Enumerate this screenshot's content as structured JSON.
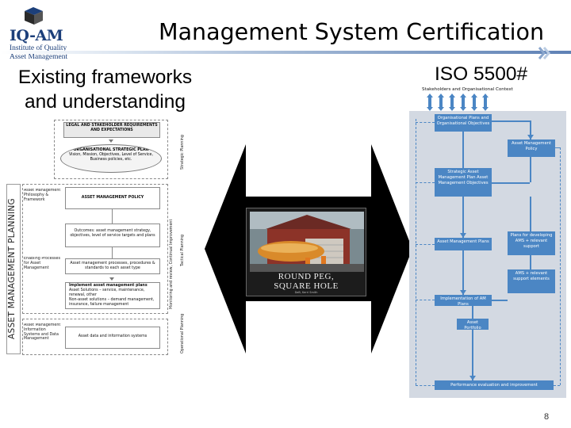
{
  "logo": {
    "mark_text": "IQ-AM",
    "line1": "Institute of Quality",
    "line2": "Asset Management",
    "colors": {
      "primary": "#1c3f7a"
    }
  },
  "title": "Management System Certification",
  "left_heading": {
    "line1": "Existing frameworks",
    "line2": "and understanding"
  },
  "right_heading": "ISO 5500#",
  "left_diagram": {
    "vertical_title": "ASSET MANAGEMENT PLANNING",
    "left_labels": [
      "Asset Management Philosophy & Framework",
      "Enabling Processes for Asset Management",
      "Asset Management Information Systems and Data Management"
    ],
    "top_box": "LEGAL AND STAKEHOLDER REQUIREMENTS AND EXPECTATIONS",
    "plan_title": "ORGANISATIONAL STRATEGIC PLAN",
    "plan_detail": "Vision, Mission, Objectives, Level of Service, Business policies, etc.",
    "policy": "ASSET MANAGEMENT POLICY",
    "outcomes": "Outcomes: asset management strategy, objectives, level of service targets and plans",
    "processes": "Asset management processes, procedures & standards to each asset type",
    "implement_title": "Implement asset management plans",
    "implement_solutions": "Asset Solutions – service, maintenance, renewal, other",
    "implement_nonasset": "Non-asset solutions – demand management, insurance, failure management",
    "info_systems": "Asset data and information systems",
    "right_labels": [
      "Strategic Planning",
      "Tactical Planning",
      "Operational Planning",
      "Monitoring and review, Continual Improvement"
    ]
  },
  "photo": {
    "caption_line1": "ROUND PEG,",
    "caption_line2": "SQUARE HOLE",
    "credit": "DaB, Kerri Smith"
  },
  "iso_diagram": {
    "stakeholders": "Stakeholders and Organisational Context",
    "boxes": [
      "Organisational Plans and Organisational Objectives",
      "Asset Management Policy",
      "Strategic Asset Management Plan Asset Management Objectives",
      "Asset Management Plans",
      "Plans for developing AMS + relevant support",
      "AMS + relevant support elements",
      "Implementation of AM Plans",
      "Asset Portfolio",
      "Performance evaluation and improvement"
    ],
    "colors": {
      "box": "#4b86c4",
      "background": "#d3d9e2"
    }
  },
  "page_number": "8",
  "colors": {
    "arrow": "#000000",
    "accent": "#5e81b5"
  }
}
